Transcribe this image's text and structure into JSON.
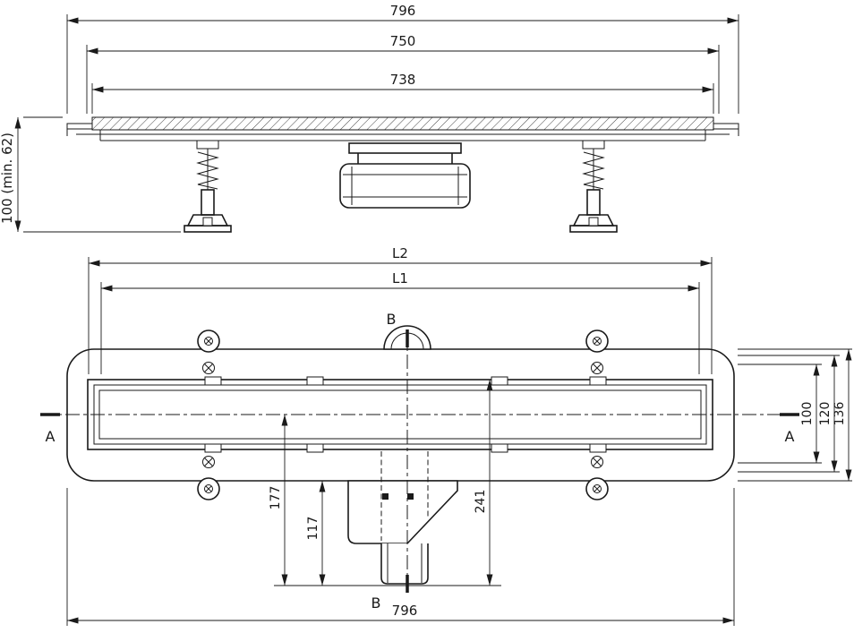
{
  "colors": {
    "ink": "#1a1a1a",
    "background": "#ffffff"
  },
  "side_view": {
    "dim_overall_length": "796",
    "dim_body_length": "750",
    "dim_grate_length": "738",
    "dim_install_height": "100 (min. 62)"
  },
  "plan_view": {
    "dim_length_l2": "L2",
    "dim_length_l1": "L1",
    "section_label_a": "A",
    "section_label_b": "B",
    "dim_width_100": "100",
    "dim_width_120": "120",
    "dim_width_136": "136",
    "dim_outlet_177": "177",
    "dim_outlet_117": "117",
    "dim_outlet_241": "241",
    "dim_overall_length": "796"
  }
}
